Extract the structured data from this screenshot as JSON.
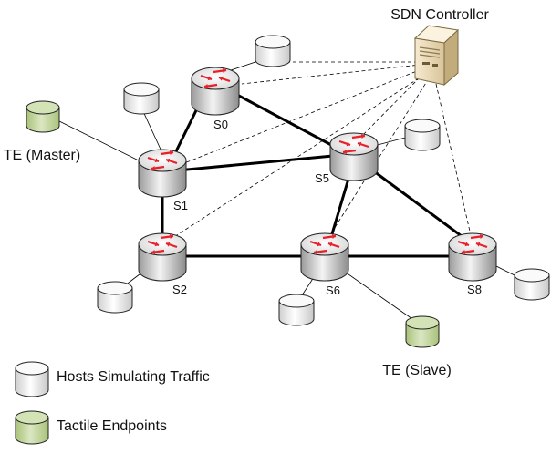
{
  "controller": {
    "label": "SDN Controller"
  },
  "switches": [
    {
      "id": "S0",
      "label": "S0"
    },
    {
      "id": "S1",
      "label": "S1"
    },
    {
      "id": "S2",
      "label": "S2"
    },
    {
      "id": "S5",
      "label": "S5"
    },
    {
      "id": "S6",
      "label": "S6"
    },
    {
      "id": "S8",
      "label": "S8"
    }
  ],
  "endpoints": [
    {
      "id": "master",
      "label": "TE (Master)"
    },
    {
      "id": "slave",
      "label": "TE (Slave)"
    }
  ],
  "legend": {
    "hosts": "Hosts Simulating Traffic",
    "tactile": "Tactile Endpoints"
  },
  "colors": {
    "host_fill": "#f2f2f2",
    "endpoint_fill": "#c4d6a0",
    "router_arrow": "#e8202a",
    "physical_link": "#000000",
    "control_link": "#000000"
  }
}
